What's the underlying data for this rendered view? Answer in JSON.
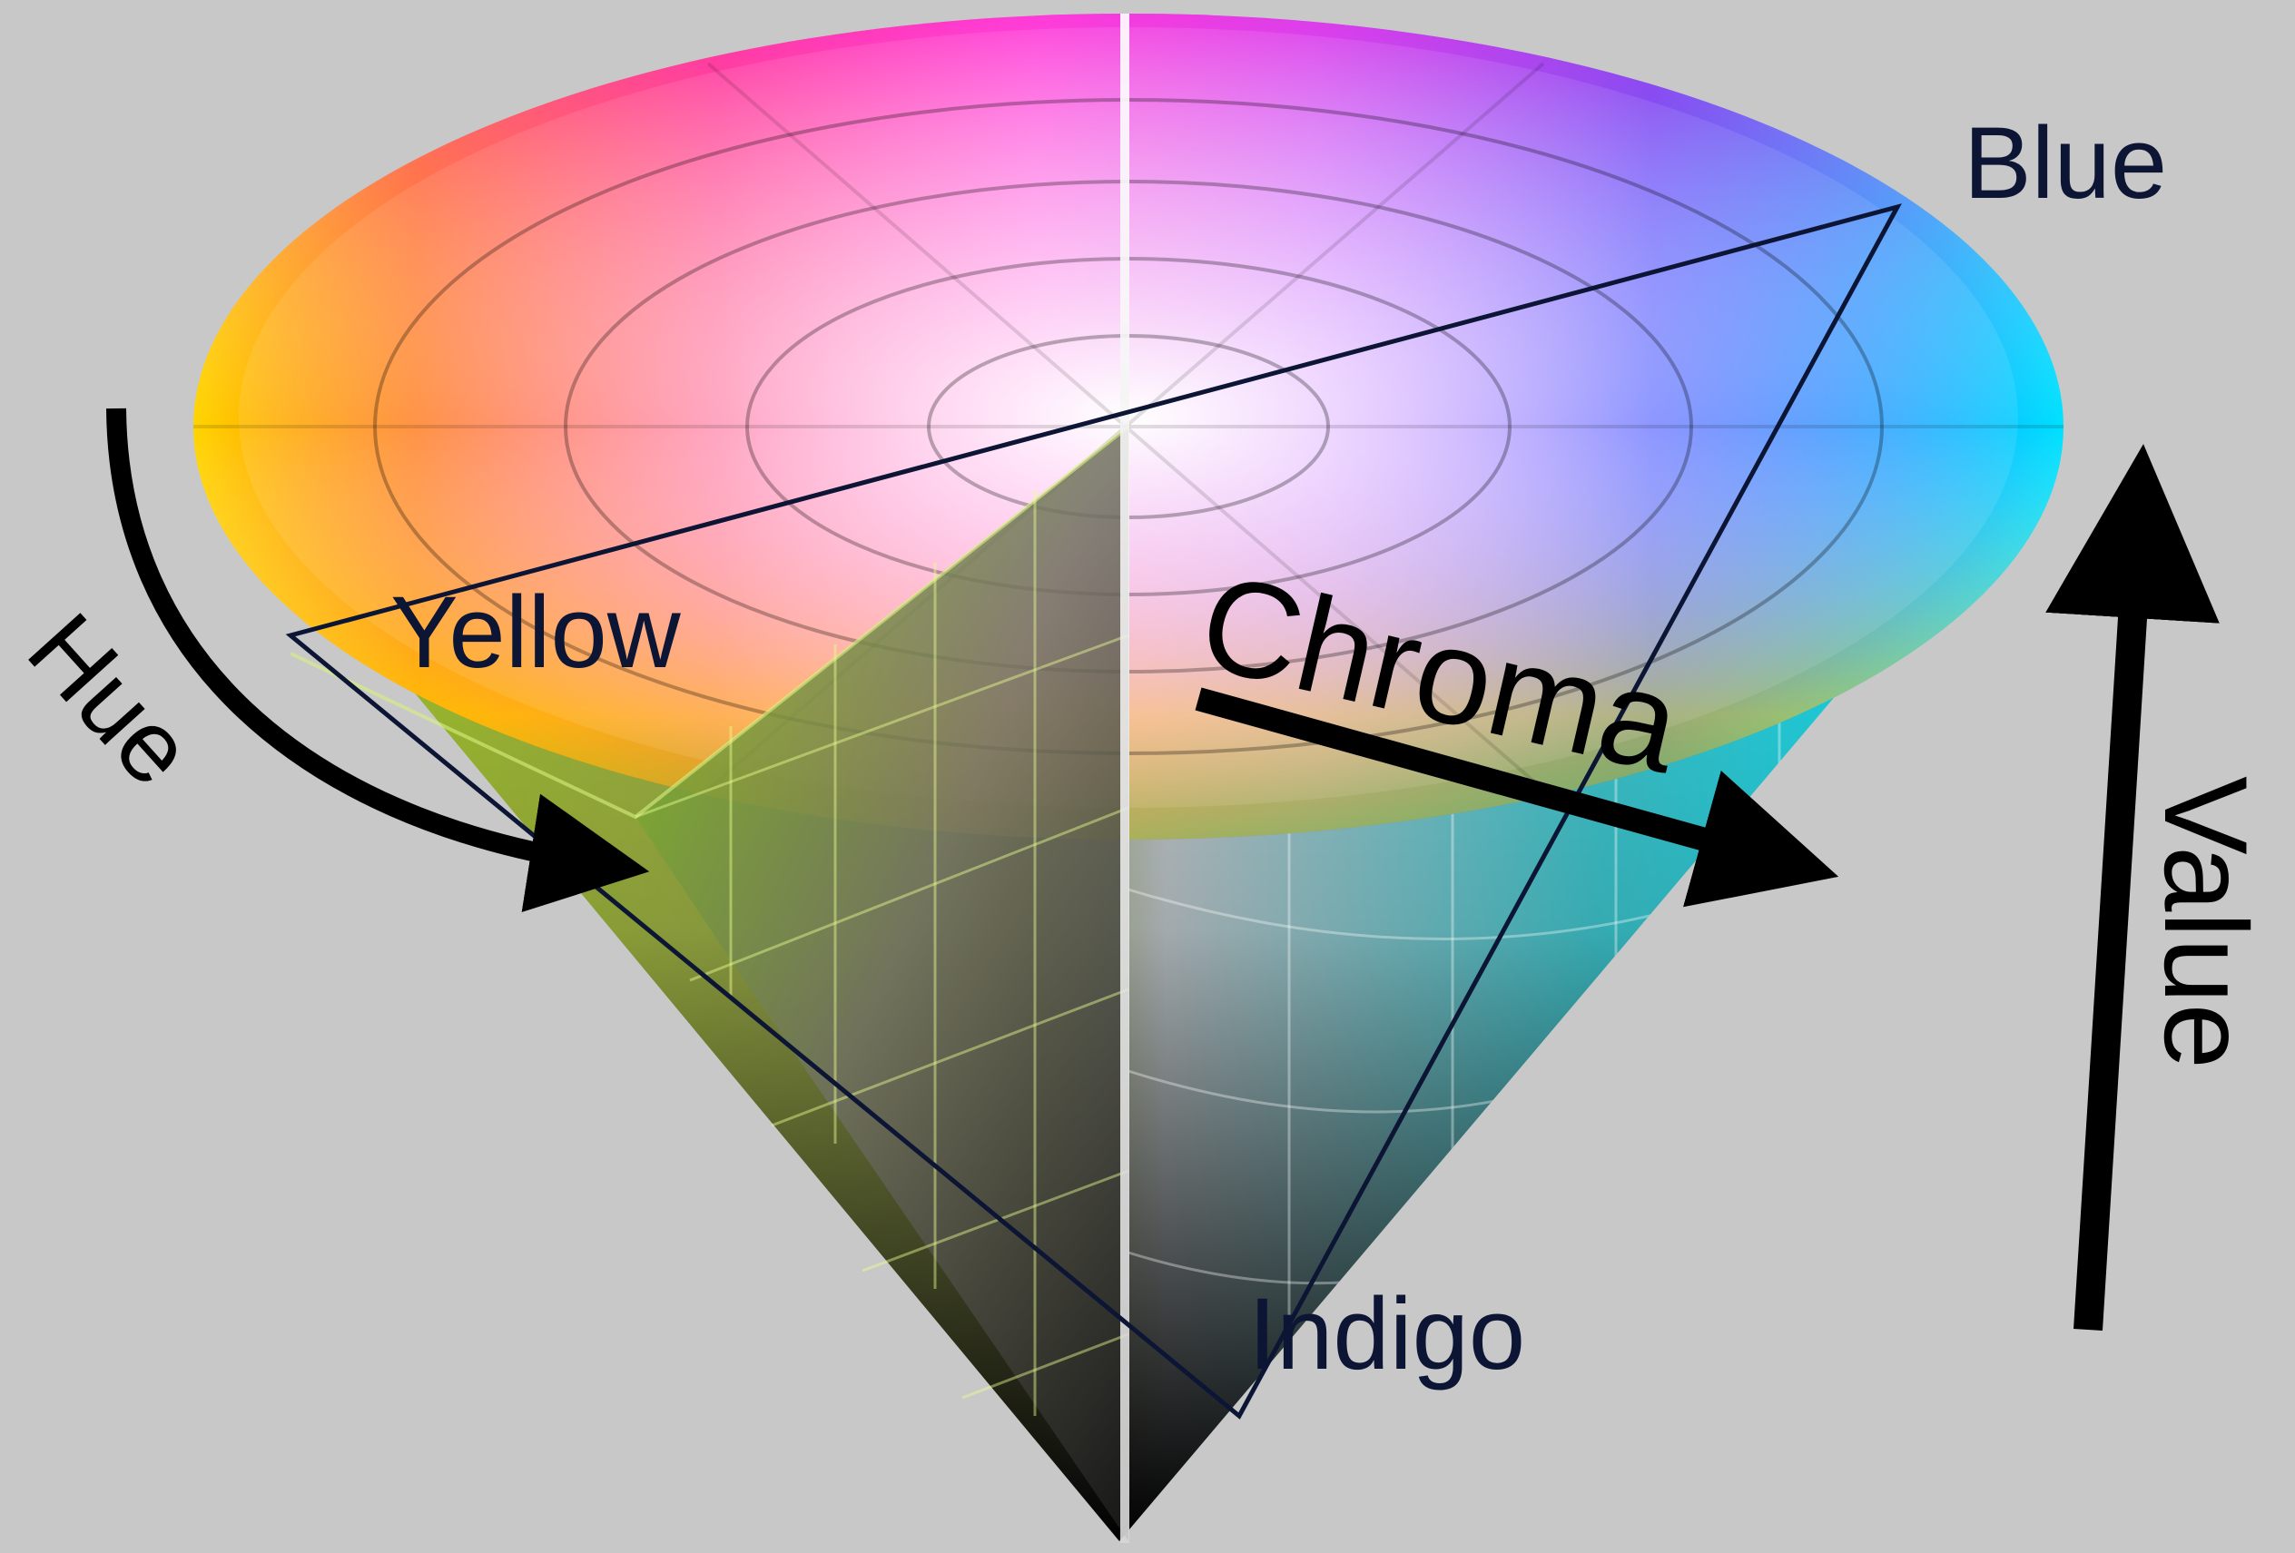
{
  "labels": {
    "blue": "Blue",
    "yellow": "Yellow",
    "chroma": "Chroma",
    "hue": "Hue",
    "value": "Value",
    "indigo": "Indigo"
  },
  "colors": {
    "background": "#c8c8c8",
    "label_text": "#0d1535",
    "outline": "#0d1535",
    "arrow": "#000000"
  }
}
